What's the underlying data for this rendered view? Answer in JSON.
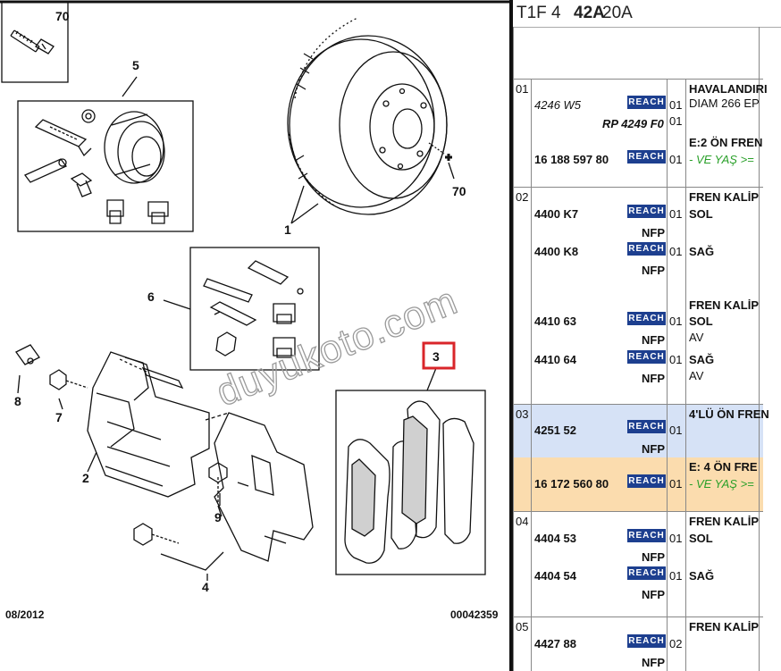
{
  "diagram": {
    "callouts": [
      "70",
      "5",
      "70",
      "1",
      "6",
      "3",
      "8",
      "7",
      "2",
      "9",
      "4"
    ],
    "date_code": "08/2012",
    "drawing_number": "00042359",
    "watermark": "duyukoto.com",
    "highlight_color": "#d9252a"
  },
  "parts": {
    "title": [
      "T1F 4 ",
      "42A",
      " 20A"
    ],
    "reach_label": "REACH",
    "colors": {
      "row_blue": "#d6e2f6",
      "row_orange": "#fbdcae",
      "reach_bg": "#1d3f8f",
      "note_green": "#2aa02a"
    },
    "groups": [
      {
        "no": "01",
        "rows": [
          {
            "ref": "4246 W5",
            "qty": "01",
            "desc": "HAVALANDIRI",
            "italic": true
          },
          {
            "ref": "RP 4249 F0",
            "qty": "01",
            "desc": "DIAM 266 EP"
          },
          {
            "ref": "16 188 597 80",
            "qty": "01",
            "desc": "E:2 ÖN FREN",
            "note": "- VE YAŞ >="
          }
        ]
      },
      {
        "no": "02",
        "rows": [
          {
            "ref": "4400 K7",
            "nfp": "NFP",
            "qty": "01",
            "desc": "FREN KALİP",
            "side": "SOL"
          },
          {
            "ref": "4400 K8",
            "nfp": "NFP",
            "qty": "01",
            "side": "SAĞ"
          },
          {
            "ref": "4410 63",
            "nfp": "NFP",
            "qty": "01",
            "desc": "FREN KALİP",
            "side": "SOL",
            "pos": "AV"
          },
          {
            "ref": "4410 64",
            "nfp": "NFP",
            "qty": "01",
            "side": "SAĞ",
            "pos": "AV"
          }
        ]
      },
      {
        "no": "03",
        "rows": [
          {
            "ref": "4251 52",
            "nfp": "NFP",
            "qty": "01",
            "desc": "4'LÜ ÖN FREN"
          },
          {
            "ref": "16 172 560 80",
            "qty": "01",
            "desc": "E: 4 ÖN FRE",
            "note": "- VE YAŞ >="
          }
        ]
      },
      {
        "no": "04",
        "rows": [
          {
            "ref": "4404 53",
            "nfp": "NFP",
            "qty": "01",
            "desc": "FREN KALİP",
            "side": "SOL"
          },
          {
            "ref": "4404 54",
            "nfp": "NFP",
            "qty": "01",
            "side": "SAĞ"
          }
        ]
      },
      {
        "no": "05",
        "rows": [
          {
            "ref": "4427 88",
            "nfp": "NFP",
            "qty": "02",
            "desc": "FREN KALİP"
          }
        ]
      }
    ]
  }
}
